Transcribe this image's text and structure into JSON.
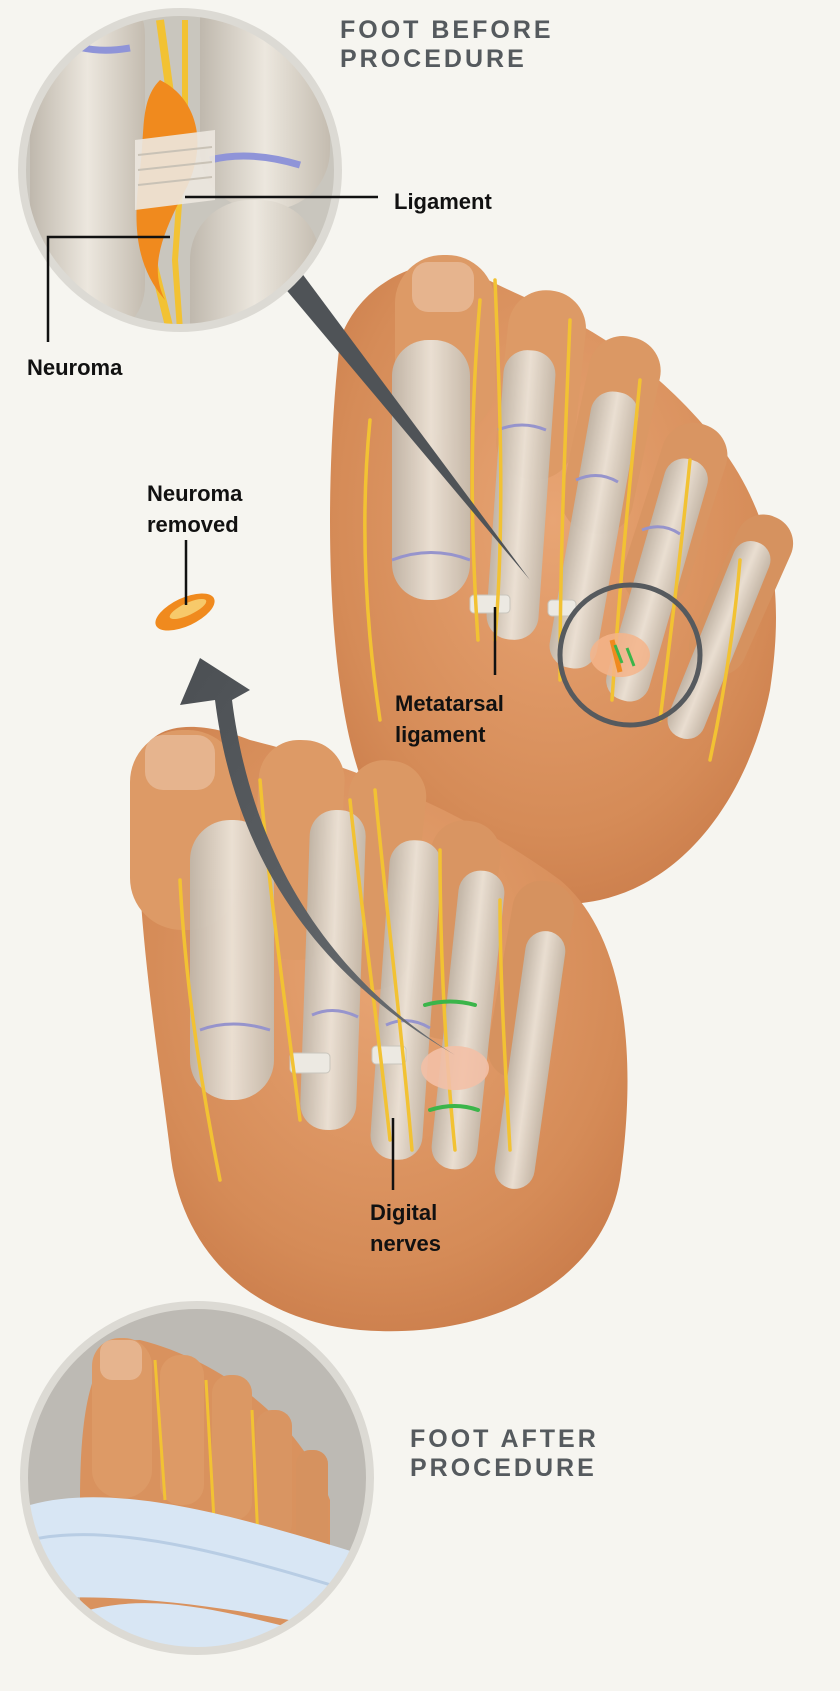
{
  "titles": {
    "before": [
      "FOOT BEFORE",
      "PROCEDURE"
    ],
    "after": [
      "FOOT AFTER",
      "PROCEDURE"
    ]
  },
  "labels": {
    "ligament": "Ligament",
    "neuroma": "Neuroma",
    "neuroma_removed": [
      "Neuroma",
      "removed"
    ],
    "metatarsal_ligament": [
      "Metatarsal",
      "ligament"
    ],
    "digital_nerves": [
      "Digital",
      "nerves"
    ]
  },
  "colors": {
    "background": "#f6f5f0",
    "skin": "#d9925e",
    "bone": "#dcd6cc",
    "nerve": "#f2c233",
    "neuroma": "#f08a1e",
    "ligament_band": "#8f94d8",
    "incision": "#3bb54a",
    "callout_ring": "#565a5e",
    "bandage": "#d8e6f4"
  }
}
